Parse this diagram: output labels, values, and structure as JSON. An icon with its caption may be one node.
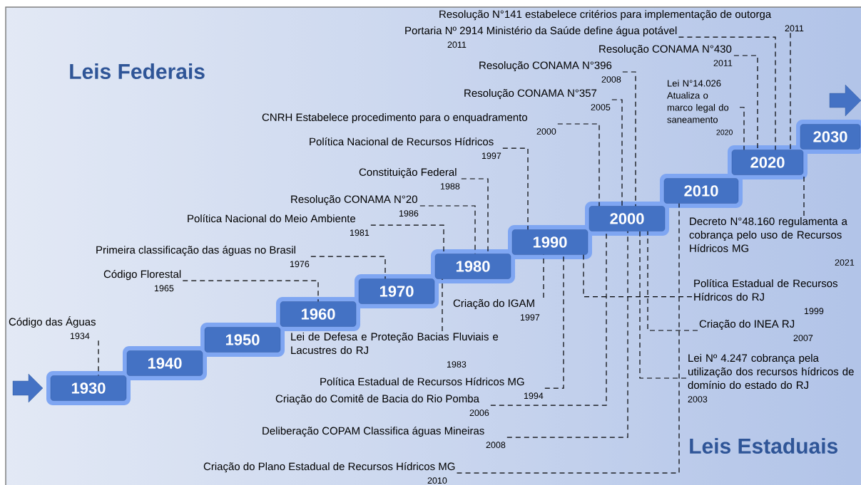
{
  "diagram": {
    "nodes": [
      {
        "text": [
          "1930"
        ]
      },
      {
        "text": [
          "1940"
        ]
      },
      {
        "text": [
          "1950"
        ]
      },
      {
        "text": [
          "1960"
        ]
      },
      {
        "text": [
          "1970"
        ]
      },
      {
        "text": [
          "1980"
        ]
      },
      {
        "text": [
          "1990"
        ]
      },
      {
        "text": [
          "2000"
        ]
      },
      {
        "text": [
          "2010"
        ]
      },
      {
        "text": [
          "2020"
        ]
      },
      {
        "text": [
          "2030"
        ]
      },
      {
        "text": [
          "Código das Águas",
          "1934"
        ]
      },
      {
        "text": [
          "Código Florestal",
          "1965"
        ]
      },
      {
        "text": [
          "Primeira classificação das águas no Brasil",
          "1976"
        ]
      },
      {
        "text": [
          "Política Nacional do Meio Ambiente",
          "1981"
        ]
      },
      {
        "text": [
          "Resolução CONAMA N°20",
          "1986"
        ]
      },
      {
        "text": [
          "Constituição Federal",
          "1988"
        ]
      },
      {
        "text": [
          "Política Nacional de Recursos Hídricos",
          "1997"
        ]
      },
      {
        "text": [
          "CNRH Estabelece procedimento para o enquadramento",
          "2000"
        ]
      },
      {
        "text": [
          "Resolução CONAMA N°357",
          "2005"
        ]
      },
      {
        "text": [
          "Resolução CONAMA N°396",
          "2008"
        ]
      },
      {
        "text": [
          "Portaria Nº 2914 Ministério da Saúde define água potável",
          "2011"
        ]
      },
      {
        "text": [
          "Resolução N°141 estabelece critérios para implementação de outorga",
          "2011"
        ]
      },
      {
        "text": [
          "Resolução CONAMA N°430",
          "2011"
        ]
      },
      {
        "text": [
          "Lei N°14.026 Atualiza o marco legal do saneamento",
          "2020"
        ]
      },
      {
        "text": [
          "Lei de Defesa e Proteção Bacias Fluviais e Lacustres do RJ",
          "1983"
        ]
      },
      {
        "text": [
          "Criação do IGAM",
          "1997"
        ]
      },
      {
        "text": [
          "Política Estadual de Recursos Hídricos MG",
          "1994"
        ]
      },
      {
        "text": [
          "Criação do Comitê de Bacia do Rio Pomba",
          "2006"
        ]
      },
      {
        "text": [
          "Deliberação COPAM Classifica águas Mineiras",
          "2008"
        ]
      },
      {
        "text": [
          "Criação do Plano Estadual de Recursos Hídricos MG",
          "2010"
        ]
      },
      {
        "text": [
          "Decreto N°48.160 regulamenta a cobrança pelo uso de Recursos Hídricos MG",
          "2021"
        ]
      },
      {
        "text": [
          "Política Estadual de Recursos Hídricos do RJ",
          "1999"
        ]
      },
      {
        "text": [
          "Criação do INEA RJ",
          "2007"
        ]
      },
      {
        "text": [
          "Lei Nº 4.247 cobrança pela utilização dos recursos hídricos de domínio do estado do RJ",
          "2003"
        ]
      }
    ],
    "edges": [
      {
        "from": 11,
        "to": 0,
        "arrow": "none",
        "style": "dashed"
      },
      {
        "from": 12,
        "to": 3,
        "arrow": "none",
        "style": "dashed"
      },
      {
        "from": 13,
        "to": 4,
        "arrow": "none",
        "style": "dashed"
      },
      {
        "from": 14,
        "to": 5,
        "arrow": "none",
        "style": "dashed"
      },
      {
        "from": 15,
        "to": 5,
        "arrow": "none",
        "style": "dashed"
      },
      {
        "from": 16,
        "to": 5,
        "arrow": "none",
        "style": "dashed"
      },
      {
        "from": 17,
        "to": 6,
        "arrow": "none",
        "style": "dashed"
      },
      {
        "from": 18,
        "to": 7,
        "arrow": "none",
        "style": "dashed"
      },
      {
        "from": 19,
        "to": 7,
        "arrow": "none",
        "style": "dashed"
      },
      {
        "from": 20,
        "to": 7,
        "arrow": "none",
        "style": "dashed"
      },
      {
        "from": 21,
        "to": 9,
        "arrow": "none",
        "style": "dashed"
      },
      {
        "from": 22,
        "to": 9,
        "arrow": "none",
        "style": "dashed"
      },
      {
        "from": 23,
        "to": 9,
        "arrow": "none",
        "style": "dashed"
      },
      {
        "from": 24,
        "to": 9,
        "arrow": "none",
        "style": "dashed"
      },
      {
        "from": 25,
        "to": 5,
        "arrow": "none",
        "style": "dashed"
      },
      {
        "from": 26,
        "to": 6,
        "arrow": "none",
        "style": "dashed"
      },
      {
        "from": 27,
        "to": 6,
        "arrow": "none",
        "style": "dashed"
      },
      {
        "from": 28,
        "to": 7,
        "arrow": "none",
        "style": "dashed"
      },
      {
        "from": 29,
        "to": 7,
        "arrow": "none",
        "style": "dashed"
      },
      {
        "from": 30,
        "to": 8,
        "arrow": "none",
        "style": "dashed"
      },
      {
        "from": 31,
        "to": 9,
        "arrow": "none",
        "style": "dashed"
      },
      {
        "from": 32,
        "to": 6,
        "arrow": "none",
        "style": "dashed"
      },
      {
        "from": 33,
        "to": 7,
        "arrow": "none",
        "style": "dashed"
      },
      {
        "from": 34,
        "to": 7,
        "arrow": "none",
        "style": "dashed"
      }
    ],
    "labels": [
      "Leis Federais",
      "Leis Estaduais"
    ]
  }
}
